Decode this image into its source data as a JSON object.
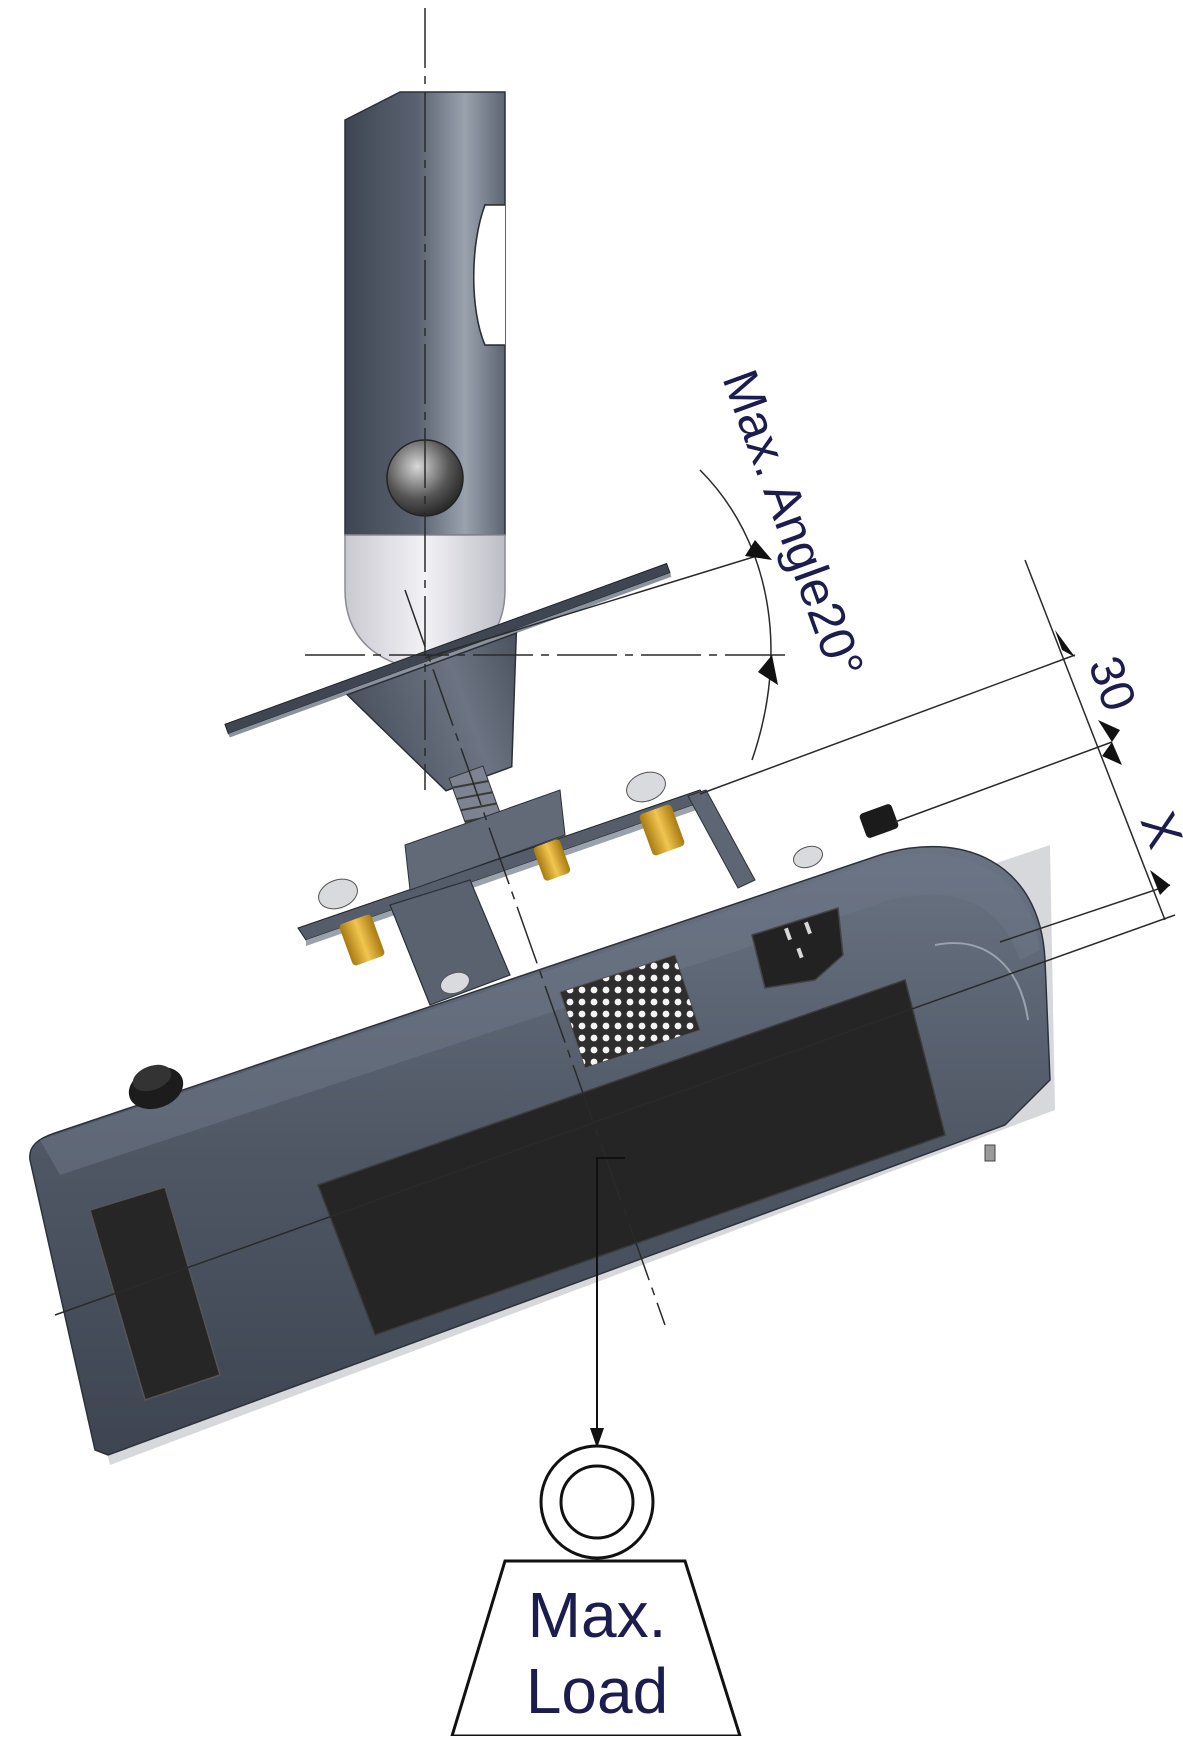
{
  "diagram": {
    "angle_label": "Max. Angle20°",
    "offset_value": "30",
    "offset_variable": "X",
    "load_label_line1": "Max.",
    "load_label_line2": "Load"
  },
  "colors": {
    "background": "#ffffff",
    "dimension_text": "#1c1c4e",
    "dimension_line": "#2a2a2a",
    "body_dark": "#4a5260",
    "panel_black": "#252525",
    "brass": "#d9a52c"
  }
}
